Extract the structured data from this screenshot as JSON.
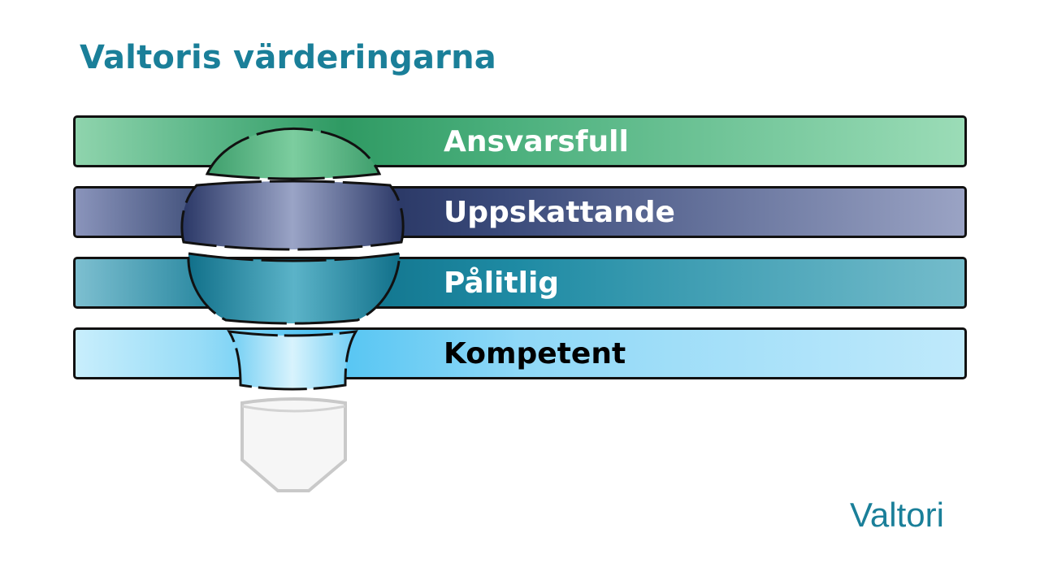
{
  "title": "Valtoris värderingarna",
  "values": [
    {
      "label": "Ansvarsfull",
      "text_color": "#ffffff"
    },
    {
      "label": "Uppskattande",
      "text_color": "#ffffff"
    },
    {
      "label": "Pålitlig",
      "text_color": "#ffffff"
    },
    {
      "label": "Kompetent",
      "text_color": "#000000"
    }
  ],
  "colors": {
    "green": "#3aa46e",
    "navy": "#2f3d6b",
    "teal": "#1d8aa3",
    "light_blue": "#74d2f7",
    "socket": "#dcdcdc",
    "brand": "#1a7f99"
  },
  "logo": "Valtori"
}
